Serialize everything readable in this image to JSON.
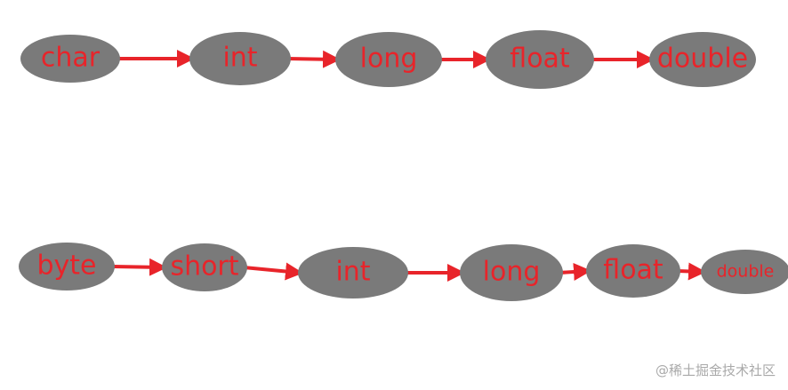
{
  "diagram": {
    "rows": [
      {
        "nodes": [
          "char",
          "int",
          "long",
          "float",
          "double"
        ]
      },
      {
        "nodes": [
          "byte",
          "short",
          "int",
          "long",
          "float",
          "double"
        ]
      }
    ],
    "colors": {
      "node_fill": "#7a7a7a",
      "text": "#e8242a",
      "arrow": "#e8242a"
    }
  },
  "watermark": "@稀土掘金技术社区"
}
